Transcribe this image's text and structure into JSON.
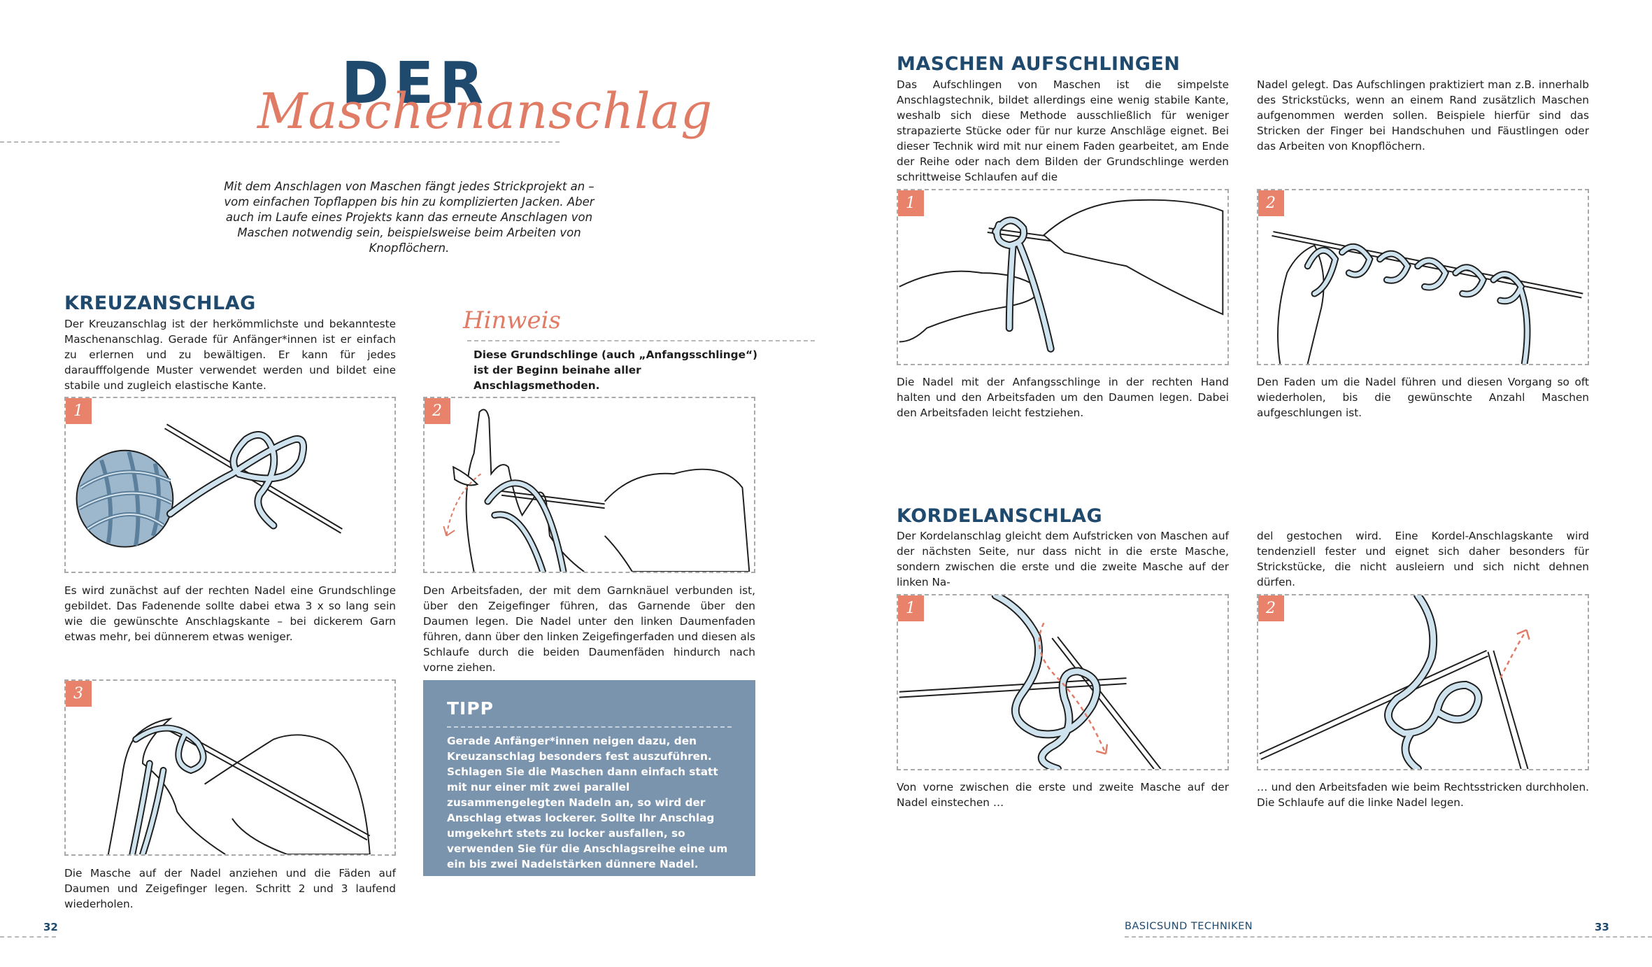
{
  "left_page": {
    "title_main": "DER",
    "title_script": "Maschenanschlag",
    "intro": "Mit dem Anschlagen von Maschen fängt jedes Strickprojekt an – vom einfachen Topflappen bis hin zu komplizierten Jacken. Aber auch im Laufe eines Projekts kann das erneute Anschlagen von Maschen notwendig sein, beispielsweise beim Arbeiten von Knopflöchern.",
    "kreuz_heading": "KREUZANSCHLAG",
    "kreuz_text": "Der Kreuzanschlag ist der herkömmlichste und bekannteste Maschenanschlag. Gerade für Anfänger*innen ist er einfach zu erlernen und zu bewältigen. Er kann für jedes daraufffolgende Muster verwendet werden und bildet eine stabile und zugleich elastische Kante.",
    "hinweis_label": "Hinweis",
    "hinweis_text": "Diese Grundschlinge (auch „Anfangsschlinge“) ist der Beginn beinahe aller Anschlagsmethoden.",
    "steps": [
      {
        "num": "1",
        "caption": "Es wird zunächst auf der rechten Nadel eine Grundschlinge gebildet. Das Fadenende sollte dabei etwa 3 x so lang sein wie die gewünschte Anschlagskante – bei dickerem Garn etwas mehr, bei dünnerem etwas weniger."
      },
      {
        "num": "2",
        "caption": "Den Arbeitsfaden, der mit dem Garnknäuel verbunden ist, über den Zeigefinger führen, das Garnende über den Daumen legen. Die Nadel unter den linken Daumenfaden führen, dann über den linken Zeigefingerfaden und diesen als Schlaufe durch die beiden Daumenfäden hindurch nach vorne ziehen."
      },
      {
        "num": "3",
        "caption": "Die Masche auf der Nadel anziehen und die Fäden auf Daumen und Zeigefinger legen. Schritt 2 und 3 laufend wiederholen."
      }
    ],
    "tipp_title": "TIPP",
    "tipp_text": "Gerade Anfänger*innen neigen dazu, den Kreuzanschlag besonders fest auszuführen. Schlagen Sie die Maschen dann einfach statt mit nur einer mit zwei parallel zusammengelegten Nadeln an, so wird der Anschlag etwas lockerer. Sollte Ihr Anschlag umgekehrt stets zu locker ausfallen, so verwenden Sie für die Anschlagsreihe eine um ein bis zwei Nadelstärken dünnere Nadel.",
    "page_number": "32"
  },
  "right_page": {
    "aufschlingen_heading": "MASCHEN AUFSCHLINGEN",
    "aufschlingen_col1": "Das Aufschlingen von Maschen ist die simpelste Anschlagstechnik, bildet allerdings eine wenig stabile Kante, weshalb sich diese Methode ausschließlich für weniger strapazierte Stücke oder für nur kurze Anschläge eignet. Bei dieser Technik wird mit nur einem Faden gearbeitet, am Ende der Reihe oder nach dem Bilden der Grundschlinge werden schrittweise Schlaufen auf die",
    "aufschlingen_col2": "Nadel gelegt. Das Aufschlingen praktiziert man z.B. innerhalb des Strickstücks, wenn an einem Rand zusätzlich Maschen aufgenommen werden sollen. Beispiele hierfür sind das Stricken der Finger bei Handschuhen und Fäustlingen oder das Arbeiten von Knopflöchern.",
    "aufschlingen_steps": [
      {
        "num": "1",
        "caption": "Die Nadel mit der Anfangsschlinge in der rechten Hand halten und den Arbeitsfaden um den Daumen legen. Dabei den Arbeitsfaden leicht festziehen."
      },
      {
        "num": "2",
        "caption": "Den Faden um die Nadel führen und diesen Vorgang so oft wiederholen, bis die gewünschte Anzahl Maschen aufgeschlungen ist."
      }
    ],
    "kordel_heading": "KORDELANSCHLAG",
    "kordel_col1": "Der Kordelanschlag gleicht dem Aufstricken von Maschen auf der nächsten Seite, nur dass nicht in die erste Masche, sondern zwischen die erste und die zweite Masche auf der linken Na-",
    "kordel_col2": "del gestochen wird. Eine Kordel-Anschlagskante wird tendenziell fester und eignet sich daher besonders für Strickstücke, die nicht ausleiern und sich nicht dehnen dürfen.",
    "kordel_steps": [
      {
        "num": "1",
        "caption": "Von vorne zwischen die erste und zweite Masche auf der Nadel einstechen …"
      },
      {
        "num": "2",
        "caption": "… und den Arbeitsfaden wie beim Rechtsstricken durchholen. Die Schlaufe auf die linke Nadel legen."
      }
    ],
    "running_head": "BASICSUND TECHNIKEN",
    "page_number": "33"
  },
  "colors": {
    "navy": "#1f4a6e",
    "coral": "#e07b65",
    "tipp_bg": "#7b94ad",
    "yarn": "#cfe3ee"
  }
}
